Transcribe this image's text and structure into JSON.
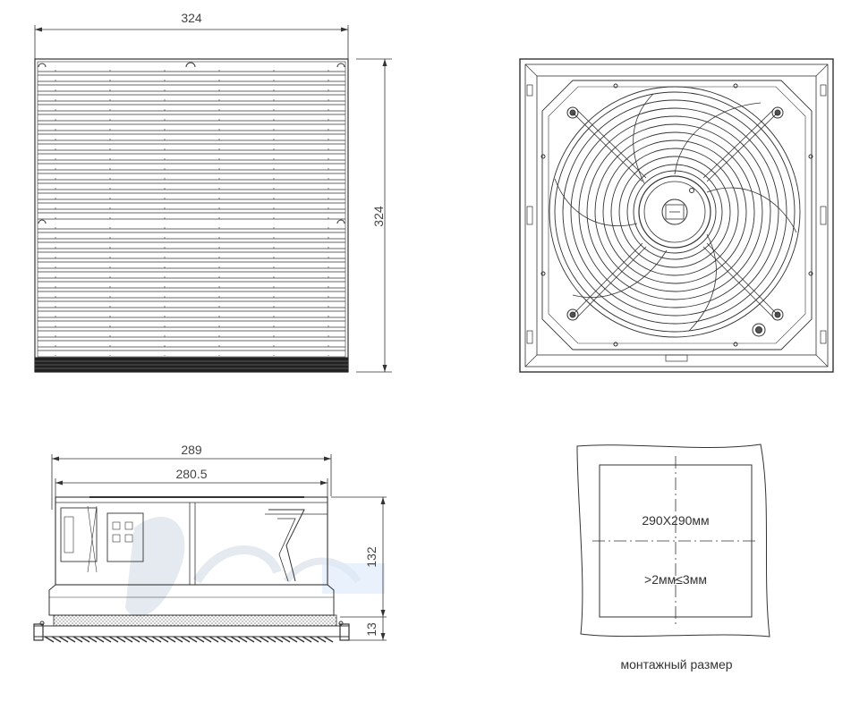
{
  "front_view": {
    "width_label": "324",
    "height_label": "324"
  },
  "rear_view": {},
  "side_view": {
    "outer_width_label": "289",
    "inner_width_label": "280.5",
    "height_label": "132",
    "grille_label": "13"
  },
  "cutout": {
    "size_label": "290X290мм",
    "thickness_label": ">2мм≤3мм",
    "caption": "монтажный размер"
  }
}
